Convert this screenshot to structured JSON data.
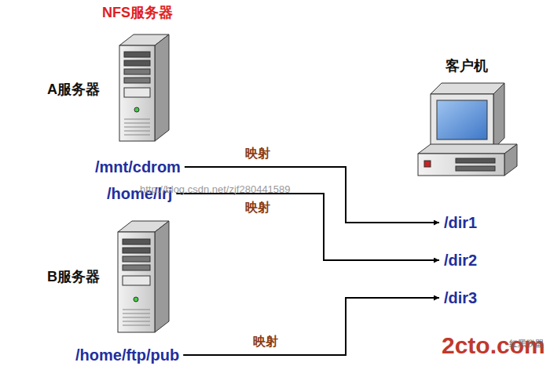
{
  "diagram": {
    "title": "NFS服务器",
    "nodes": [
      {
        "text": [
          "A服务器"
        ]
      },
      {
        "text": [
          "/mnt/cdrom"
        ]
      },
      {
        "text": [
          "/home/lrj"
        ]
      },
      {
        "text": [
          "B服务器"
        ]
      },
      {
        "text": [
          "/home/ftp/pub"
        ]
      },
      {
        "text": [
          "客户机"
        ]
      },
      {
        "text": [
          "/dir1"
        ]
      },
      {
        "text": [
          "/dir2"
        ]
      },
      {
        "text": [
          "/dir3"
        ]
      }
    ],
    "edges": [
      {
        "from": 1,
        "to": 6,
        "arrow": "to",
        "label": "映射"
      },
      {
        "from": 2,
        "to": 7,
        "arrow": "to",
        "label": "映射"
      },
      {
        "from": 4,
        "to": 8,
        "arrow": "to",
        "label": "映射"
      }
    ],
    "labels": [
      "http://blog.csdn.net/zjf280441589",
      "2cto.com",
      "红黑联盟"
    ]
  }
}
